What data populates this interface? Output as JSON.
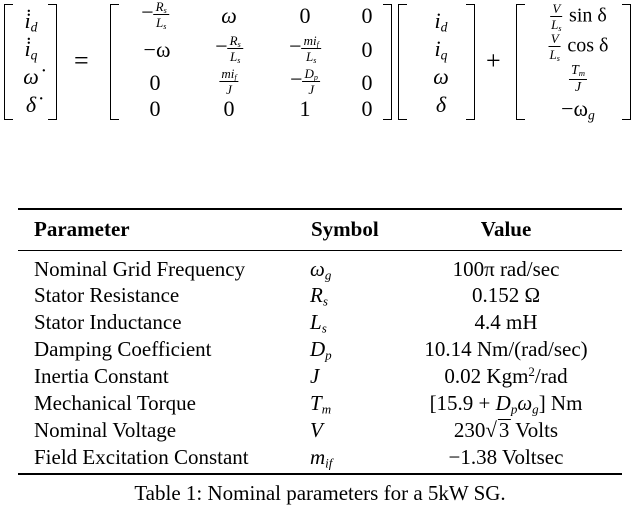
{
  "equation": {
    "lhs": [
      "i̇d",
      "i̇q",
      "ω̇",
      "δ̇"
    ],
    "equals": "=",
    "plus": "+",
    "matrix": {
      "r0": {
        "c0_num": "R",
        "c0_num_sub": "s",
        "c0_den": "L",
        "c0_den_sub": "s",
        "c1": "ω",
        "c2": "0",
        "c3": "0"
      },
      "r1": {
        "c0": "−ω",
        "c1_num": "R",
        "c1_num_sub": "s",
        "c1_den": "L",
        "c1_den_sub": "s",
        "c2_num": "mi",
        "c2_num_sub": "f",
        "c2_den": "L",
        "c2_den_sub": "s",
        "c3": "0"
      },
      "r2": {
        "c0": "0",
        "c1_num": "mi",
        "c1_num_sub": "f",
        "c1_den": "J",
        "c2_num": "D",
        "c2_num_sub": "p",
        "c2_den": "J",
        "c3": "0"
      },
      "r3": {
        "c0": "0",
        "c1": "0",
        "c2": "1",
        "c3": "0"
      }
    },
    "state_vector": [
      "i",
      "i",
      "ω",
      "δ"
    ],
    "state_subs": [
      "d",
      "q"
    ],
    "input_vector": {
      "v0_num": "V",
      "v0_den": "L",
      "v0_den_sub": "s",
      "v0_fn": "sin δ",
      "v1_num": "V",
      "v1_den": "L",
      "v1_den_sub": "s",
      "v1_fn": "cos δ",
      "v2_num": "T",
      "v2_num_sub": "m",
      "v2_den": "J",
      "v3": "−ω",
      "v3_sub": "g"
    }
  },
  "table": {
    "headers": [
      "Parameter",
      "Symbol",
      "Value"
    ],
    "rows": [
      {
        "parameter": "Nominal Grid Frequency",
        "symbol": "ω",
        "symbol_sub": "g",
        "value": "100π rad/sec"
      },
      {
        "parameter": "Stator Resistance",
        "symbol": "R",
        "symbol_sub": "s",
        "value": "0.152 Ω"
      },
      {
        "parameter": "Stator Inductance",
        "symbol": "L",
        "symbol_sub": "s",
        "value": "4.4 mH"
      },
      {
        "parameter": "Damping Coefficient",
        "symbol": "D",
        "symbol_sub": "p",
        "value": "10.14 Nm/(rad/sec)"
      },
      {
        "parameter": "Inertia Constant",
        "symbol": "J",
        "symbol_sub": "",
        "value_pre": "0.02 Kgm",
        "value_sup": "2",
        "value_post": "/rad"
      },
      {
        "parameter": "Mechanical Torque",
        "symbol": "T",
        "symbol_sub": "m",
        "value_pre": "[15.9 + ",
        "value_d": "D",
        "value_d_sub": "p",
        "value_w": "ω",
        "value_w_sub": "g",
        "value_post": "] Nm"
      },
      {
        "parameter": "Nominal Voltage",
        "symbol": "V",
        "symbol_sub": "",
        "value_pre": "230",
        "value_root": "√",
        "value_rad": "3",
        "value_post": " Volts"
      },
      {
        "parameter": "Field Excitation Constant",
        "symbol": "m",
        "symbol_sub": "if",
        "value": "−1.38 Voltsec"
      }
    ]
  },
  "caption": "Table 1: Nominal parameters for a 5kW SG."
}
